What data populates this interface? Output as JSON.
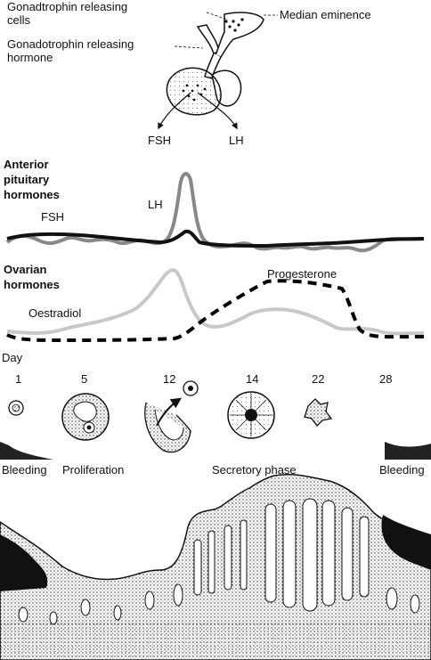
{
  "pituitary": {
    "gnrh_cells": "Gonadtrophin releasing\ncells",
    "median_eminence": "Median eminence",
    "gnrh_hormone": "Gonadotrophin releasing\nhormone",
    "fsh_arrow": "FSH",
    "lh_arrow": "LH"
  },
  "anterior": {
    "heading": "Anterior\npituitary\nhormones",
    "fsh_label": "FSH",
    "lh_label": "LH"
  },
  "ovarian": {
    "heading": "Ovarian\nhormones",
    "oestradiol_label": "Oestradiol",
    "progesterone_label": "Progesterone"
  },
  "cycle": {
    "day_label": "Day",
    "days": [
      "1",
      "5",
      "12",
      "14",
      "22",
      "28"
    ]
  },
  "phases": {
    "bleeding_start": "Bleeding",
    "proliferation": "Proliferation",
    "secretory": "Secretory phase",
    "bleeding_end": "Bleeding"
  },
  "colors": {
    "lh": "#888888",
    "fsh": "#111111",
    "oestradiol": "#c8c8c8",
    "progesterone": "#000000"
  }
}
